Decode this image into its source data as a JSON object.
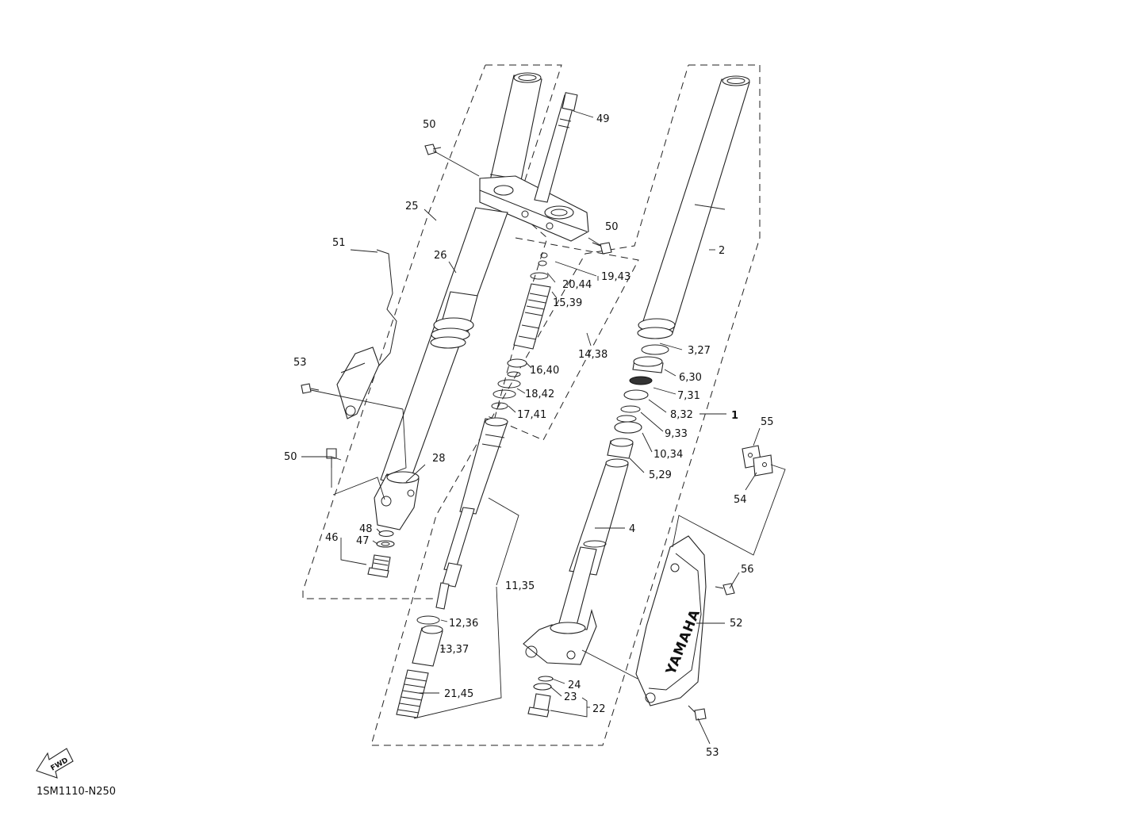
{
  "drawing_code": "1SM1110-N250",
  "fwd_label": "FWD",
  "callouts": {
    "c1": "1",
    "c2": "2",
    "c3_27": "3,27",
    "c4": "4",
    "c5_29": "5,29",
    "c6_30": "6,30",
    "c7_31": "7,31",
    "c8_32": "8,32",
    "c9_33": "9,33",
    "c10_34": "10,34",
    "c11_35": "11,35",
    "c12_36": "12,36",
    "c13_37": "13,37",
    "c14_38": "14,38",
    "c15_39": "15,39",
    "c16_40": "16,40",
    "c17_41": "17,41",
    "c18_42": "18,42",
    "c19_43": "19,43",
    "c20_44": "20,44",
    "c21_45": "21,45",
    "c22": "22",
    "c23": "23",
    "c24": "24",
    "c25": "25",
    "c26": "26",
    "c28": "28",
    "c46": "46",
    "c47": "47",
    "c48": "48",
    "c49": "49",
    "c50_top": "50",
    "c50_right": "50",
    "c50_left": "50",
    "c51": "51",
    "c52": "52",
    "c53_left": "53",
    "c53_bottom": "53",
    "c54": "54",
    "c55": "55",
    "c56": "56"
  },
  "guard_text": "YAMAHA"
}
